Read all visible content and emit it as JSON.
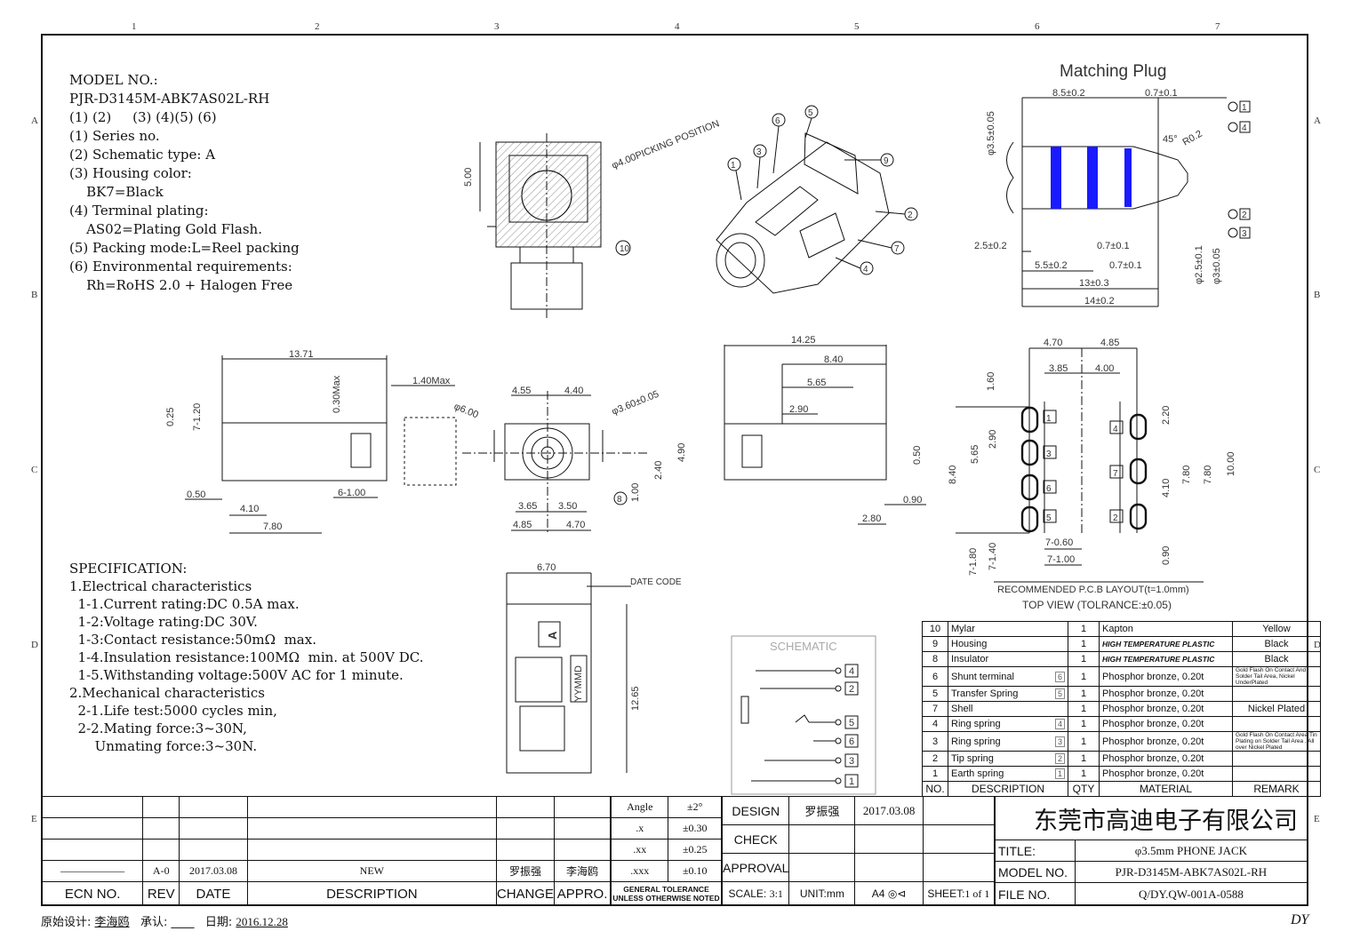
{
  "model": {
    "heading": "MODEL NO.:",
    "number": "PJR-D3145M-ABK7AS02L-RH",
    "legend": "(1) (2)     (3) (4)(5) (6)",
    "lines": [
      "(1) Series no.",
      "(2) Schematic type: A",
      "(3) Housing color:",
      "    BK7=Black",
      "(4) Terminal plating:",
      "    AS02=Plating Gold Flash.",
      "(5) Packing mode:L=Reel packing",
      "(6) Environmental requirements:",
      "    Rh=RoHS 2.0 + Halogen Free"
    ]
  },
  "spec": {
    "heading": "SPECIFICATION:",
    "lines": [
      "1.Electrical characteristics",
      "  1-1.Current rating:DC 0.5A max.",
      "  1-2:Voltage rating:DC 30V.",
      "  1-3:Contact resistance:50mΩ  max.",
      "  1-4.Insulation resistance:100MΩ  min. at 500V DC.",
      "  1-5.Withstanding voltage:500V AC for 1 minute.",
      "2.Mechanical characteristics",
      "  2-1.Life test:5000 cycles min,",
      "  2-2.Mating force:3~30N,",
      "      Unmating force:3~30N."
    ]
  },
  "zones": {
    "top": [
      "1",
      "2",
      "3",
      "4",
      "5",
      "6",
      "7"
    ],
    "side": [
      "A",
      "B",
      "C",
      "D",
      "E"
    ]
  },
  "views": {
    "matching_plug_title": "Matching Plug",
    "picking": "φ4.00PICKING POSITION",
    "date_code": "DATE CODE",
    "yymmd": "YYMMD",
    "schematic": "SCHEMATIC",
    "pcb_title": "RECOMMENDED P.C.B LAYOUT(t=1.0mm)",
    "pcb_sub": "TOP VIEW (TOLRANCE:±0.05)",
    "plug_dims": [
      "8.5±0.2",
      "0.7±0.1",
      "φ3.5±0.05",
      "45°",
      "R0.2",
      "2.5±0.2",
      "0.7±0.1",
      "5.5±0.2",
      "0.7±0.1",
      "13±0.3",
      "14±0.2",
      "φ2.5±0.1",
      "φ3±0.05"
    ],
    "plug_pins": [
      "1",
      "4",
      "2",
      "3"
    ],
    "top_view_dims": [
      "5.00",
      "10"
    ],
    "iso_labels": [
      "1",
      "2",
      "3",
      "4",
      "5",
      "6",
      "7",
      "9"
    ],
    "side_dims": [
      "13.71",
      "1.40Max",
      "0.30Max",
      "0.25",
      "7-1.20",
      "0.50",
      "6-1.00",
      "4.10",
      "7.80"
    ],
    "front_dims": [
      "4.55",
      "4.40",
      "φ6.00",
      "φ3.60±0.05",
      "4.90",
      "2.40",
      "1.00",
      "8",
      "3.65",
      "3.50",
      "4.85",
      "4.70"
    ],
    "back_dims": [
      "14.25",
      "8.40",
      "5.65",
      "2.90",
      "0.50",
      "0.90",
      "2.80"
    ],
    "bottom_dims": [
      "6.70",
      "12.65",
      "A"
    ],
    "pcb_dims": [
      "4.70",
      "4.85",
      "3.85",
      "4.00",
      "1.60",
      "2.90",
      "5.65",
      "8.40",
      "2.20",
      "7.80",
      "7.80",
      "10.00",
      "4.10",
      "7-0.60",
      "7-1.40",
      "7-1.80",
      "7-1.00",
      "0.90"
    ],
    "pcb_pins": [
      "1",
      "3",
      "6",
      "5",
      "4",
      "7",
      "2"
    ],
    "schematic_pins": [
      "4",
      "2",
      "5",
      "6",
      "3",
      "1"
    ]
  },
  "bom": {
    "rows": [
      {
        "no": "10",
        "desc": "Mylar",
        "tag": "",
        "qty": "1",
        "material": "Kapton",
        "remark": "Yellow"
      },
      {
        "no": "9",
        "desc": "Housing",
        "tag": "",
        "qty": "1",
        "material": "HIGH TEMPERATURE PLASTIC",
        "remark": "Black"
      },
      {
        "no": "8",
        "desc": "Insulator",
        "tag": "",
        "qty": "1",
        "material": "HIGH TEMPERATURE PLASTIC",
        "remark": "Black"
      },
      {
        "no": "6",
        "desc": "Shunt terminal",
        "tag": "6",
        "qty": "1",
        "material": "Phosphor bronze, 0.20t",
        "remark": "Gold Flash On Contact And Solder Tail Area, Nickel UnderPlated"
      },
      {
        "no": "5",
        "desc": "Transfer Spring",
        "tag": "5",
        "qty": "1",
        "material": "Phosphor bronze, 0.20t",
        "remark": ""
      },
      {
        "no": "7",
        "desc": "Shell",
        "tag": "",
        "qty": "1",
        "material": "Phosphor bronze, 0.20t",
        "remark": "Nickel Plated"
      },
      {
        "no": "4",
        "desc": "Ring spring",
        "tag": "4",
        "qty": "1",
        "material": "Phosphor bronze, 0.20t",
        "remark": ""
      },
      {
        "no": "3",
        "desc": "Ring spring",
        "tag": "3",
        "qty": "1",
        "material": "Phosphor bronze, 0.20t",
        "remark": "Gold Flash On Contact Area Tin Plating on Solder Tail Area , All over Nickel Plated"
      },
      {
        "no": "2",
        "desc": "Tip spring",
        "tag": "2",
        "qty": "1",
        "material": "Phosphor bronze, 0.20t",
        "remark": ""
      },
      {
        "no": "1",
        "desc": "Earth spring",
        "tag": "1",
        "qty": "1",
        "material": "Phosphor bronze, 0.20t",
        "remark": ""
      }
    ],
    "header": {
      "no": "NO.",
      "desc": "DESCRIPTION",
      "qty": "QTY",
      "material": "MATERIAL",
      "remark": "REMARK"
    }
  },
  "revision": {
    "rev": "A-0",
    "date": "2017.03.08",
    "description": "NEW",
    "change": "罗振强",
    "appro": "李海鸥",
    "headers": {
      "ecn": "ECN NO.",
      "rev": "REV",
      "date": "DATE",
      "description": "DESCRIPTION",
      "change": "CHANGE",
      "appro": "APPRO."
    }
  },
  "tolerance": {
    "rows": [
      {
        "label": "Angle",
        "value": "±2°"
      },
      {
        "label": ".x",
        "value": "±0.30"
      },
      {
        "label": ".xx",
        "value": "±0.25"
      },
      {
        "label": ".xxx",
        "value": "±0.10"
      }
    ],
    "footer": "GENERAL TOLERANCE UNLESS OTHERWISE NOTED"
  },
  "approval": {
    "design_label": "DESIGN",
    "design_name": "罗振强",
    "design_date": "2017.03.08",
    "check_label": "CHECK",
    "approval_label": "APPROVAL",
    "scale_label": "SCALE:",
    "scale_value": "3:1",
    "unit": "UNIT:mm",
    "paper": "A4",
    "sheet_label": "SHEET:",
    "sheet_value": "1 of 1"
  },
  "title_block": {
    "company": "东莞市高迪电子有限公司",
    "title_label": "TITLE:",
    "title_value": "φ3.5mm PHONE JACK",
    "model_label": "MODEL NO.",
    "model_value": "PJR-D3145M-ABK7AS02L-RH",
    "file_label": "FILE NO.",
    "file_value": "Q/DY.QW-001A-0588"
  },
  "footer": {
    "designer_label": "原始设计:",
    "designer": "李海鸥",
    "confirm_label": "承认:",
    "confirm": "____",
    "date_label": "日期:",
    "date": "2016.12.28",
    "mark": "DY"
  },
  "colors": {
    "plug_band": "#1a1aff",
    "line": "#111111"
  }
}
